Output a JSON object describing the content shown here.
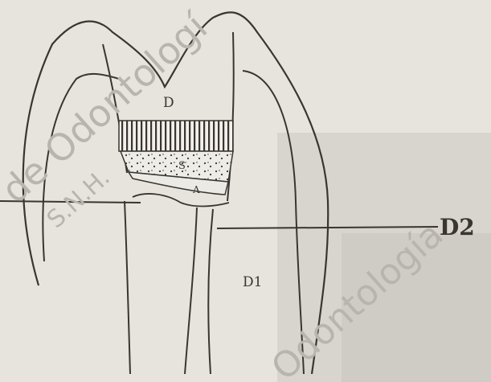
{
  "labels": {
    "d": "D",
    "d1": "D1",
    "d2": "D2",
    "s": "S",
    "a": "A"
  },
  "watermarks": {
    "upper": "de Odontologí",
    "upper_small": "S.N.H.",
    "lower": "Odontología"
  },
  "colors": {
    "paper": "#e7e4dd",
    "ink": "#3a3530",
    "shade": "#d9d6d0"
  }
}
